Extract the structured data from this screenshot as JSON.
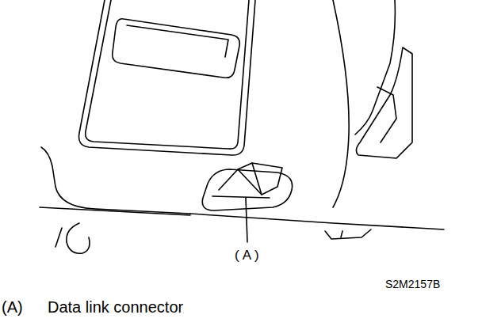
{
  "diagram": {
    "labels": [
      "(A)",
      "S2M2157B",
      "(A)",
      "Data link connector"
    ]
  }
}
